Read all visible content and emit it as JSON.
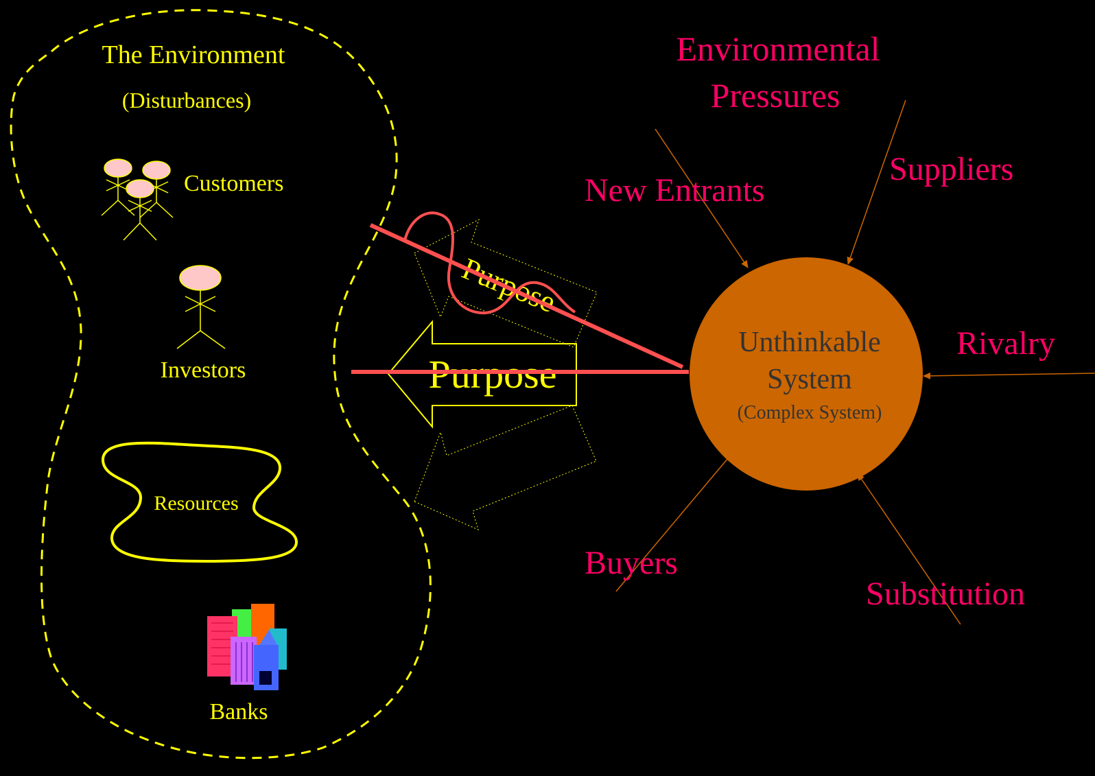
{
  "colors": {
    "background": "#000000",
    "environment_text": "#ffff00",
    "environment_border": "#ffff00",
    "pressure_text": "#ff0066",
    "pressure_arrow": "#cc6600",
    "system_fill": "#cc6600",
    "system_text": "#333333",
    "purpose_line": "#ff5050",
    "figure_head": "#ffc8c8"
  },
  "environment": {
    "title": "The Environment",
    "subtitle": "(Disturbances)",
    "customers_label": "Customers",
    "investors_label": "Investors",
    "resources_label": "Resources",
    "banks_label": "Banks"
  },
  "purpose": {
    "main_label": "Purpose",
    "crossed_label": "Purpose"
  },
  "system": {
    "line1": "Unthinkable",
    "line2": "System",
    "line3": "(Complex System)"
  },
  "pressures": {
    "heading_line1": "Environmental",
    "heading_line2": "Pressures",
    "new_entrants": "New Entrants",
    "suppliers": "Suppliers",
    "rivalry": "Rivalry",
    "buyers": "Buyers",
    "substitution": "Substitution"
  }
}
